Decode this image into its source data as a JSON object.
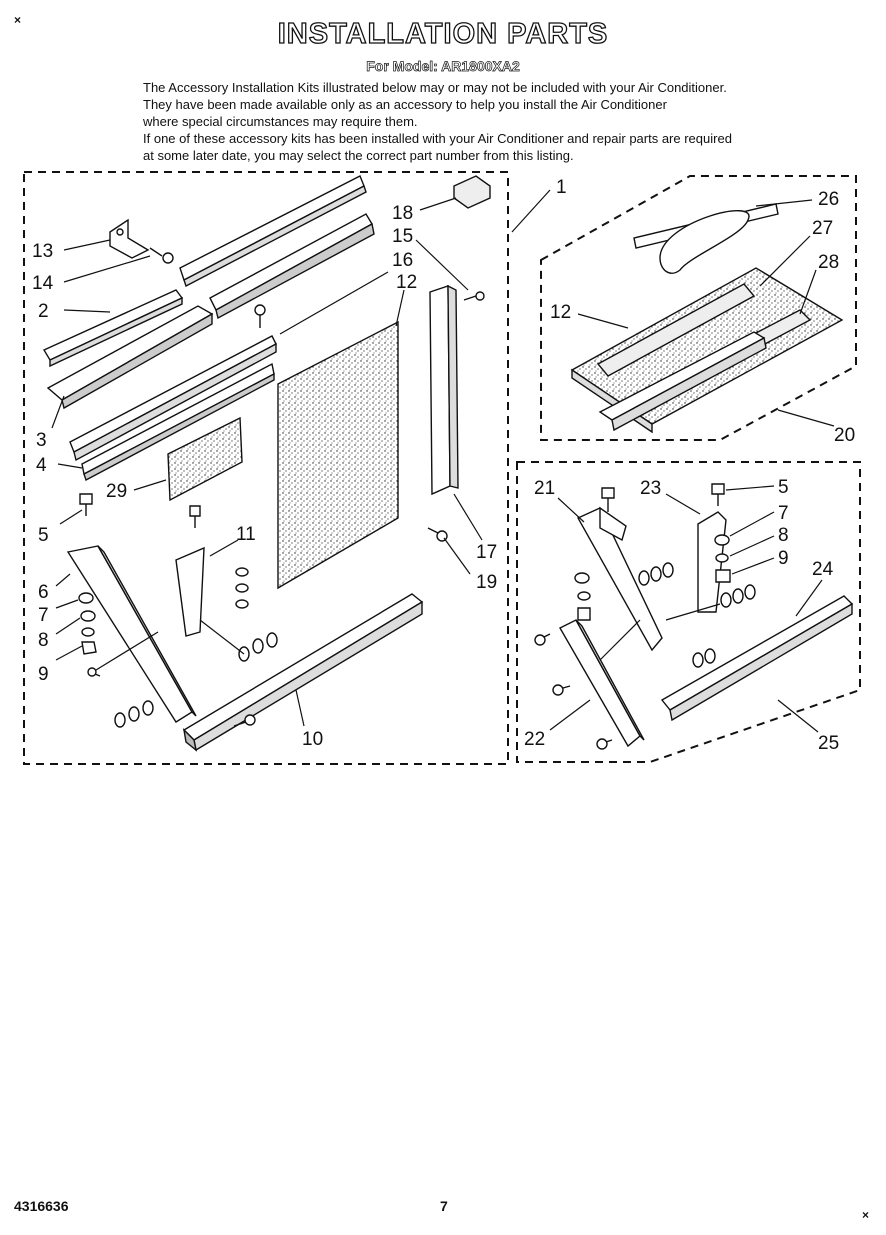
{
  "header": {
    "title": "INSTALLATION PARTS",
    "subtitle": "For Model: AR1800XA2"
  },
  "intro_lines": [
    "The Accessory Installation Kits illustrated below may or may not be included with your Air Conditioner.",
    "They have been made available only as an accessory to help you install the Air Conditioner",
    "where special circumstances may require them.",
    "If one of these accessory kits has been installed with your Air Conditioner and repair parts are required",
    "at some later date, you may select the correct part number from this listing."
  ],
  "callouts": {
    "left_group": [
      "13",
      "14",
      "2",
      "3",
      "4",
      "29",
      "5",
      "6",
      "7",
      "8",
      "9",
      "18",
      "15",
      "16",
      "12",
      "11",
      "17",
      "19",
      "10"
    ],
    "top_right_group": [
      "1",
      "26",
      "27",
      "28",
      "12",
      "20"
    ],
    "bottom_right_group": [
      "21",
      "23",
      "5",
      "7",
      "8",
      "9",
      "24",
      "22",
      "25"
    ]
  },
  "footer": {
    "doc_number": "4316636",
    "page_number": "7"
  },
  "marks": {
    "corner": "×"
  }
}
